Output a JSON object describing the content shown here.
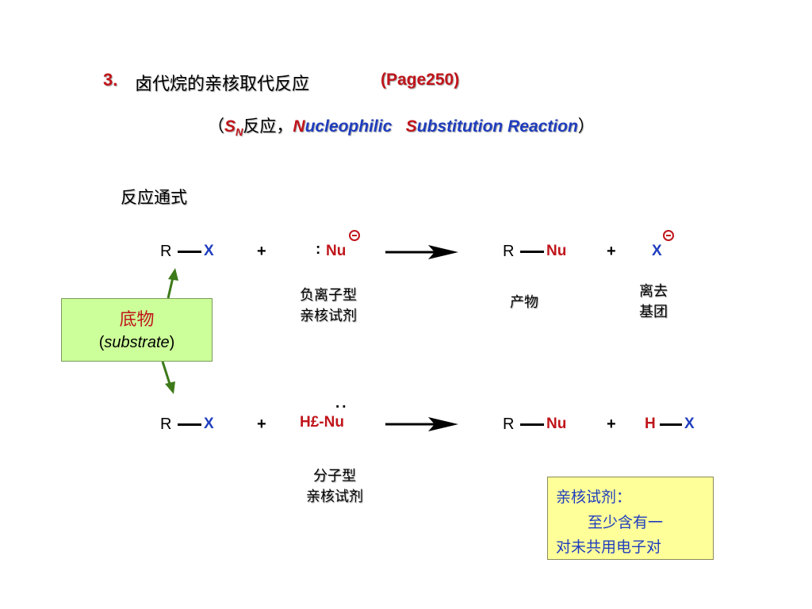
{
  "title": {
    "number": "3.",
    "text": "卤代烷的亲核取代反应",
    "page_ref": "(Page250)"
  },
  "subtitle": {
    "open_paren": "（",
    "s": "S",
    "n_sub": "N",
    "reaction_cn": "反应，",
    "n_initial": "N",
    "ucleophilic": "ucleophilic",
    "s_initial": "S",
    "ubstitution": "ubstitution Reaction",
    "close_paren": "）"
  },
  "general_formula_label": "反应通式",
  "reaction1": {
    "r": "R",
    "x": "X",
    "plus1": "+",
    "nu_dots": ":",
    "nu": "Nu",
    "product_r": "R",
    "product_nu": "Nu",
    "plus2": "+",
    "leaving_x": "X"
  },
  "reaction2": {
    "r": "R",
    "x": "X",
    "plus1": "+",
    "nu_dots": "..",
    "h_nu": "H£-Nu",
    "product_r": "R",
    "product_nu": "Nu",
    "plus2": "+",
    "h": "H",
    "x2": "X"
  },
  "labels": {
    "anionic_nucleophile_1": "负离子型",
    "anionic_nucleophile_2": "亲核试剂",
    "product": "产物",
    "leaving_group_1": "离去",
    "leaving_group_2": "基团",
    "molecular_nucleophile_1": "分子型",
    "molecular_nucleophile_2": "亲核试剂"
  },
  "substrate_box": {
    "cn": "底物",
    "open": "(",
    "en": "substrate",
    "close": ")"
  },
  "note_box": {
    "title": "亲核试剂：",
    "line1": "至少含有一",
    "line2": "对未共用电子对"
  },
  "colors": {
    "red": "#c0151b",
    "blue": "#1f3dbd",
    "substrate_bg": "#ccff99",
    "note_bg": "#ffff99",
    "arrow_green": "#3d7a1a"
  }
}
